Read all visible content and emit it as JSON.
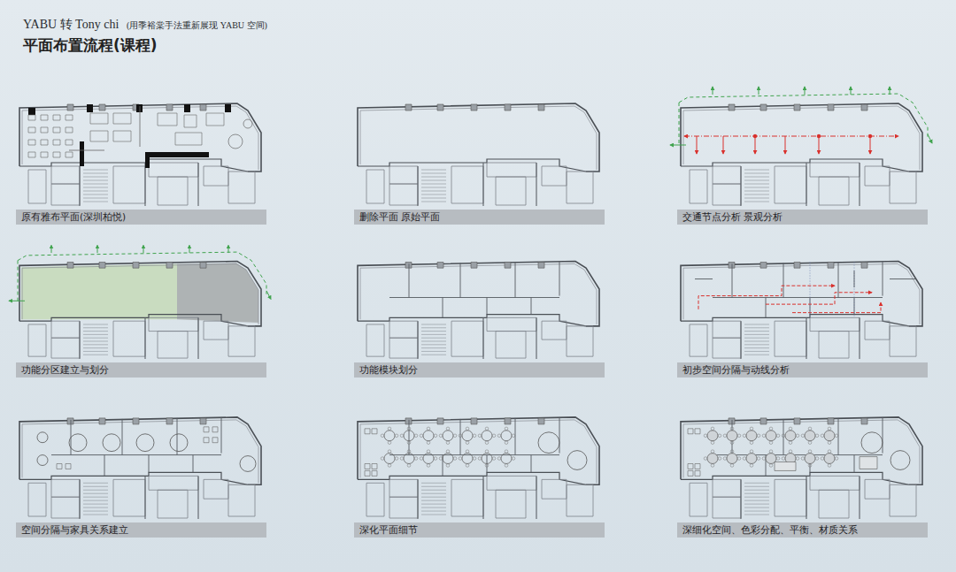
{
  "diagram": {
    "title": "平面布置流程(课程)",
    "nodes": [
      {
        "text": [
          "原有雅布平面(深圳柏悦)"
        ]
      },
      {
        "text": [
          "删除平面 原始平面"
        ]
      },
      {
        "text": [
          "交通节点分析 景观分析"
        ]
      },
      {
        "text": [
          "功能分区建立与划分"
        ]
      },
      {
        "text": [
          "功能模块划分"
        ]
      },
      {
        "text": [
          "初步空间分隔与动线分析"
        ]
      },
      {
        "text": [
          "空间分隔与家具关系建立"
        ]
      },
      {
        "text": [
          "深化平面细节"
        ]
      },
      {
        "text": [
          "深细化空间、色彩分配、平衡、材质关系"
        ]
      }
    ],
    "labels": [
      "YABU 转 Tony chi",
      "(用季裕棠手法重新展现 YABU 空间)"
    ]
  }
}
